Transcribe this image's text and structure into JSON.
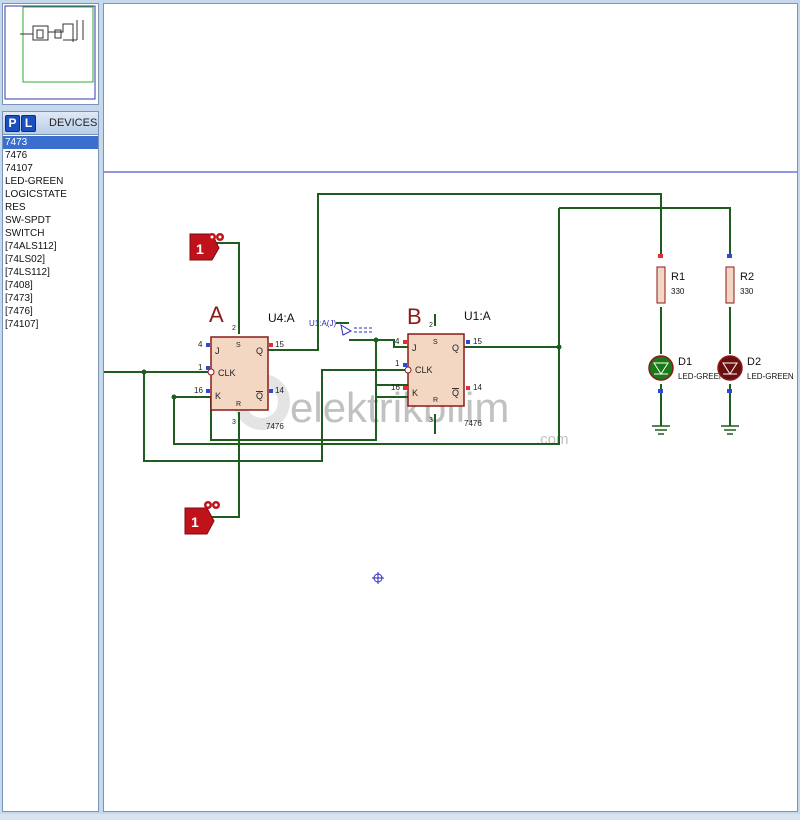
{
  "devices": {
    "mode_p": "P",
    "mode_l": "L",
    "title": "DEVICES",
    "items": [
      "7473",
      "7476",
      "74107",
      "LED-GREEN",
      "LOGICSTATE",
      "RES",
      "SW-SPDT",
      "SWITCH",
      "[74ALS112]",
      "[74LS02]",
      "[74LS112]",
      "[7408]",
      "[7473]",
      "[7476]",
      "[74107]"
    ],
    "selected_index": 0
  },
  "schematic": {
    "logic_top": "1",
    "logic_bottom": "1",
    "ff_a": {
      "letter": "A",
      "ref": "U4:A",
      "part": "7476",
      "pin_j": "J",
      "pin_clk": "CLK",
      "pin_k": "K",
      "pin_q": "Q",
      "pin_qbar": "Q",
      "pin_s": "S",
      "pin_r": "R",
      "num_j": "4",
      "num_clk": "1",
      "num_k": "16",
      "num_q": "15",
      "num_qbar": "14",
      "num_s": "2",
      "num_r": "3"
    },
    "ff_b": {
      "letter": "B",
      "ref": "U1:A",
      "part": "7476",
      "pin_j": "J",
      "pin_clk": "CLK",
      "pin_k": "K",
      "pin_q": "Q",
      "pin_qbar": "Q",
      "pin_s": "S",
      "pin_r": "R",
      "num_j": "4",
      "num_clk": "1",
      "num_k": "16",
      "num_q": "15",
      "num_qbar": "14",
      "num_s": "2",
      "num_r": "3"
    },
    "probe_label": "U1:A(J)",
    "r1": {
      "ref": "R1",
      "value": "330"
    },
    "r2": {
      "ref": "R2",
      "value": "330"
    },
    "d1": {
      "ref": "D1",
      "part": "LED-GREEN"
    },
    "d2": {
      "ref": "D2",
      "part": "LED-GREEN"
    },
    "watermark_main": "elektrikbilim",
    "watermark_sub": ".com",
    "colors": {
      "wire": "#1f5c1f",
      "body": "#f4d7c3",
      "border": "#8b1a1a",
      "logic": "#c0121a",
      "led_on": "#1a7a1a"
    }
  }
}
